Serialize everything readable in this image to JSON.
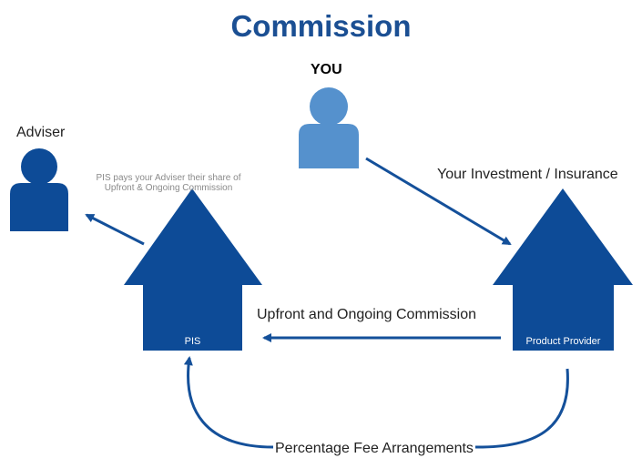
{
  "title": "Commission",
  "labels": {
    "you": "YOU",
    "adviser": "Adviser",
    "your_investment": "Your Investment / Insurance",
    "adviser_note": "PIS pays your Adviser their share of Upfront & Ongoing Commission",
    "upfront_ongoing": "Upfront and Ongoing Commission",
    "pis": "PIS",
    "product_provider": "Product Provider",
    "percentage_fee": "Percentage Fee Arrangements"
  },
  "colors": {
    "title": "#1b4f93",
    "house": "#0d4b97",
    "arrow": "#14509a",
    "you_person": "#5591cd",
    "adviser_person": "#0d4b97"
  }
}
